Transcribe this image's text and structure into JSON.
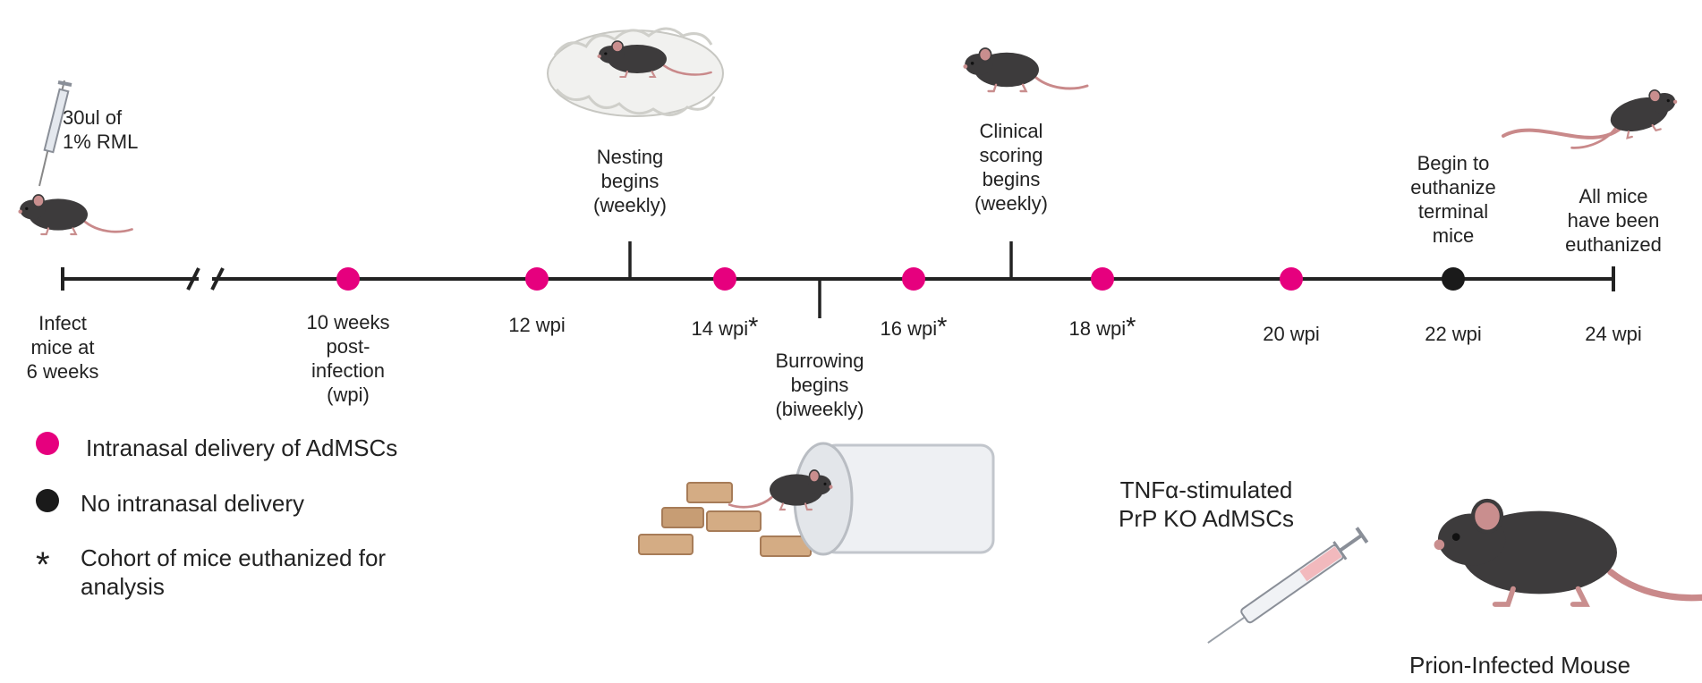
{
  "start": {
    "inject_label": [
      "30ul of",
      "1% RML"
    ],
    "infect_label": [
      "Infect",
      "mice at",
      "6 weeks"
    ]
  },
  "timepoints": [
    {
      "label": [
        "10 weeks",
        "post-",
        "infection",
        "(wpi)"
      ],
      "delivery": "intranasal"
    },
    {
      "label": [
        "12 wpi"
      ],
      "delivery": "intranasal"
    },
    {
      "label": [
        "14 wpi"
      ],
      "delivery": "intranasal",
      "cohort_euthanized": true
    },
    {
      "label": [
        "16 wpi"
      ],
      "delivery": "intranasal",
      "cohort_euthanized": true
    },
    {
      "label": [
        "18 wpi"
      ],
      "delivery": "intranasal",
      "cohort_euthanized": true
    },
    {
      "label": [
        "20 wpi"
      ],
      "delivery": "intranasal"
    },
    {
      "label": [
        "22 wpi"
      ],
      "delivery": "none"
    },
    {
      "label": [
        "24 wpi"
      ],
      "delivery": "none"
    }
  ],
  "events": {
    "nesting": [
      "Nesting",
      "begins",
      "(weekly)"
    ],
    "burrowing": [
      "Burrowing",
      "begins",
      "(biweekly)"
    ],
    "clinical": [
      "Clinical",
      "scoring",
      "begins",
      "(weekly)"
    ],
    "euthanize_terminal": [
      "Begin to",
      "euthanize",
      "terminal",
      "mice"
    ],
    "all_euthanized": [
      "All mice",
      "have been",
      "euthanized"
    ]
  },
  "star_symbol": "*",
  "legend": {
    "intranasal": "Intranasal delivery of AdMSCs",
    "none": "No intranasal delivery",
    "cohort": [
      "Cohort of mice euthanized for",
      "analysis"
    ]
  },
  "treatment": {
    "cells": [
      "TNFα-stimulated",
      "PrP KO AdMSCs"
    ],
    "mouse": "Prion-Infected Mouse"
  },
  "colors": {
    "intranasal": "#e6007e",
    "none": "#1a1a1a",
    "line": "#222222",
    "mouse_body": "#3d3b3c",
    "mouse_ear": "#c98e8e",
    "tail": "#c9898a"
  },
  "icons": [
    "syringe-icon",
    "mouse-icon",
    "nest-icon",
    "burrow-tube-icon",
    "asterisk-icon"
  ]
}
